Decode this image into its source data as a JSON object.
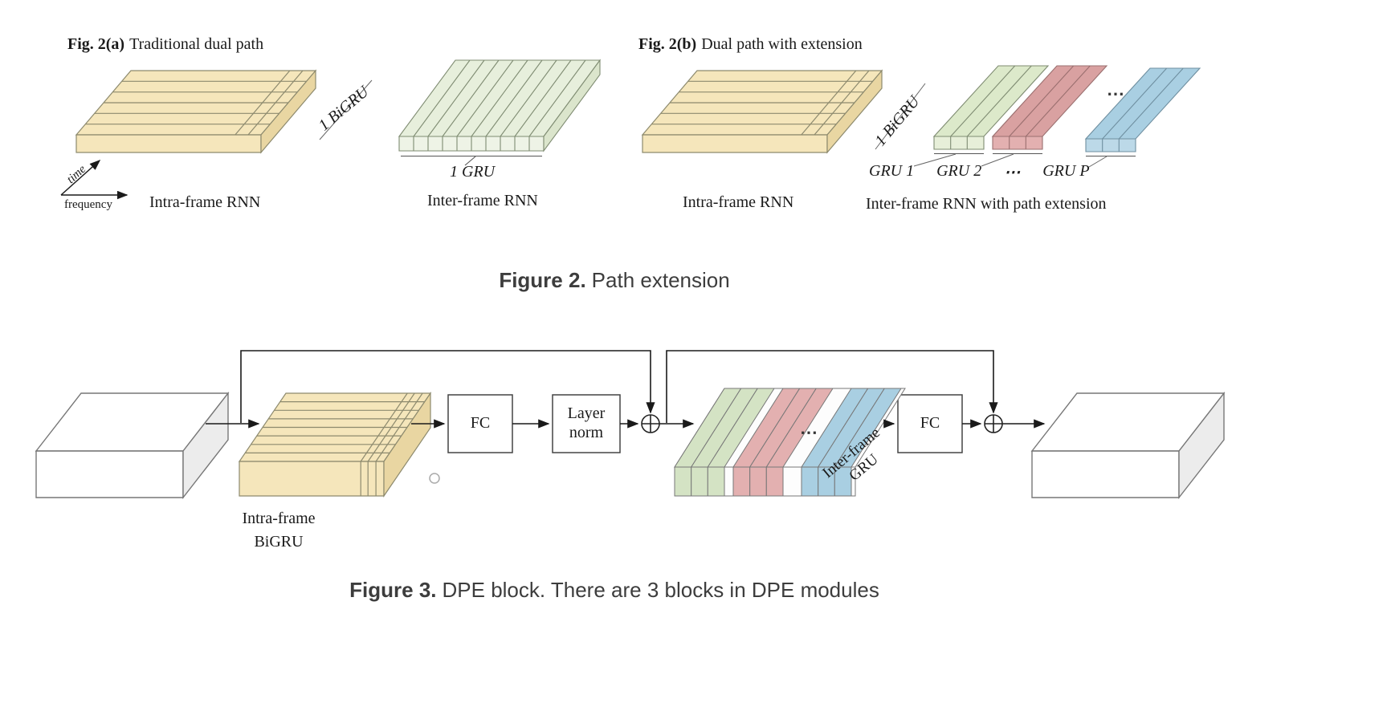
{
  "figure2": {
    "panel_a": {
      "title_bold": "Fig. 2(a)",
      "title_text": "Traditional dual path",
      "slab_label": "1 BiGRU",
      "axis_time": "time",
      "axis_frequency": "frequency",
      "intra_label": "Intra-frame RNN",
      "inter_gru_label": "1 GRU",
      "inter_label": "Inter-frame RNN"
    },
    "panel_b": {
      "title_bold": "Fig. 2(b)",
      "title_text": "Dual path with extension",
      "slab_label": "1 BiGRU",
      "bars_ellipsis": "⋯",
      "gru_labels": {
        "g1": "GRU 1",
        "g2": "GRU 2",
        "dots": "⋯",
        "gp": "GRU P"
      },
      "intra_label": "Intra-frame RNN",
      "inter_label": "Inter-frame RNN with path extension"
    },
    "caption_bold": "Figure 2.",
    "caption_text": "Path extension"
  },
  "figure3": {
    "fc1_label": "FC",
    "layer_norm_line1": "Layer",
    "layer_norm_line2": "norm",
    "fc2_label": "FC",
    "intra_line1": "Intra-frame",
    "intra_line2": "BiGRU",
    "inter_line1": "Inter-frame",
    "inter_line2": "GRU",
    "slab_ellipsis": "⋯",
    "caption_bold": "Figure 3.",
    "caption_text": "DPE block. There are 3 blocks in DPE modules"
  },
  "colors": {
    "slab_yellow": "#f5e6bb",
    "slab_yellow_side": "#e9d6a2",
    "slab_green": "#e7efdc",
    "bar_green": "#dce9ca",
    "bar_pink": "#d9a1a1",
    "bar_blue": "#a9cfe2",
    "stripe_green": "#d4e3c4",
    "stripe_pink": "#e3b0b0",
    "stripe_blue": "#a9cfe2",
    "caption_text": "#3d3d3d",
    "line": "#1a1a1a"
  }
}
